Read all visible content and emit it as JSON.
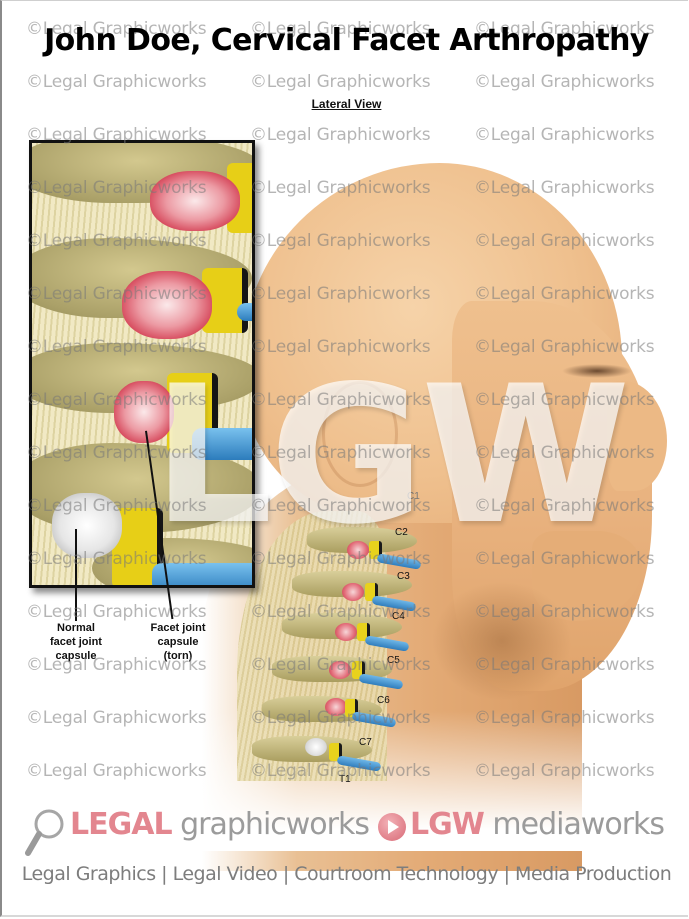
{
  "header": {
    "title": "John Doe, Cervical Facet Arthropathy",
    "subtitle": "Lateral View"
  },
  "illustration": {
    "view": "lateral",
    "vertebra_labels": [
      "C1",
      "C2",
      "C3",
      "C4",
      "C5",
      "C6",
      "C7",
      "T1"
    ],
    "colors": {
      "skin": "#e9b380",
      "bone": "#bfb57a",
      "facet_cartilage": "#e7cf17",
      "disc": "#3b8ccb",
      "torn_capsule": "#d23a4f",
      "normal_capsule": "#e6e6e6"
    }
  },
  "inset": {
    "callouts": [
      {
        "id": "normal",
        "lines": [
          "Normal",
          "facet joint",
          "capsule"
        ]
      },
      {
        "id": "torn",
        "lines": [
          "Facet joint",
          "capsule",
          "(torn)"
        ]
      }
    ]
  },
  "watermark": {
    "text": "©Legal Graphicworks",
    "big_text": "LGW"
  },
  "footer": {
    "logo1_pink": "LEGAL",
    "logo1_grey": "graphicworks",
    "logo2_pink": "LGW",
    "logo2_grey": "mediaworks",
    "tagline": "Legal Graphics | Legal Video | Courtroom Technology | Media Production",
    "icons": [
      "magnifier-icon",
      "play-icon"
    ],
    "colors": {
      "pink": "#e3868f",
      "grey": "#9b9b9b"
    }
  }
}
